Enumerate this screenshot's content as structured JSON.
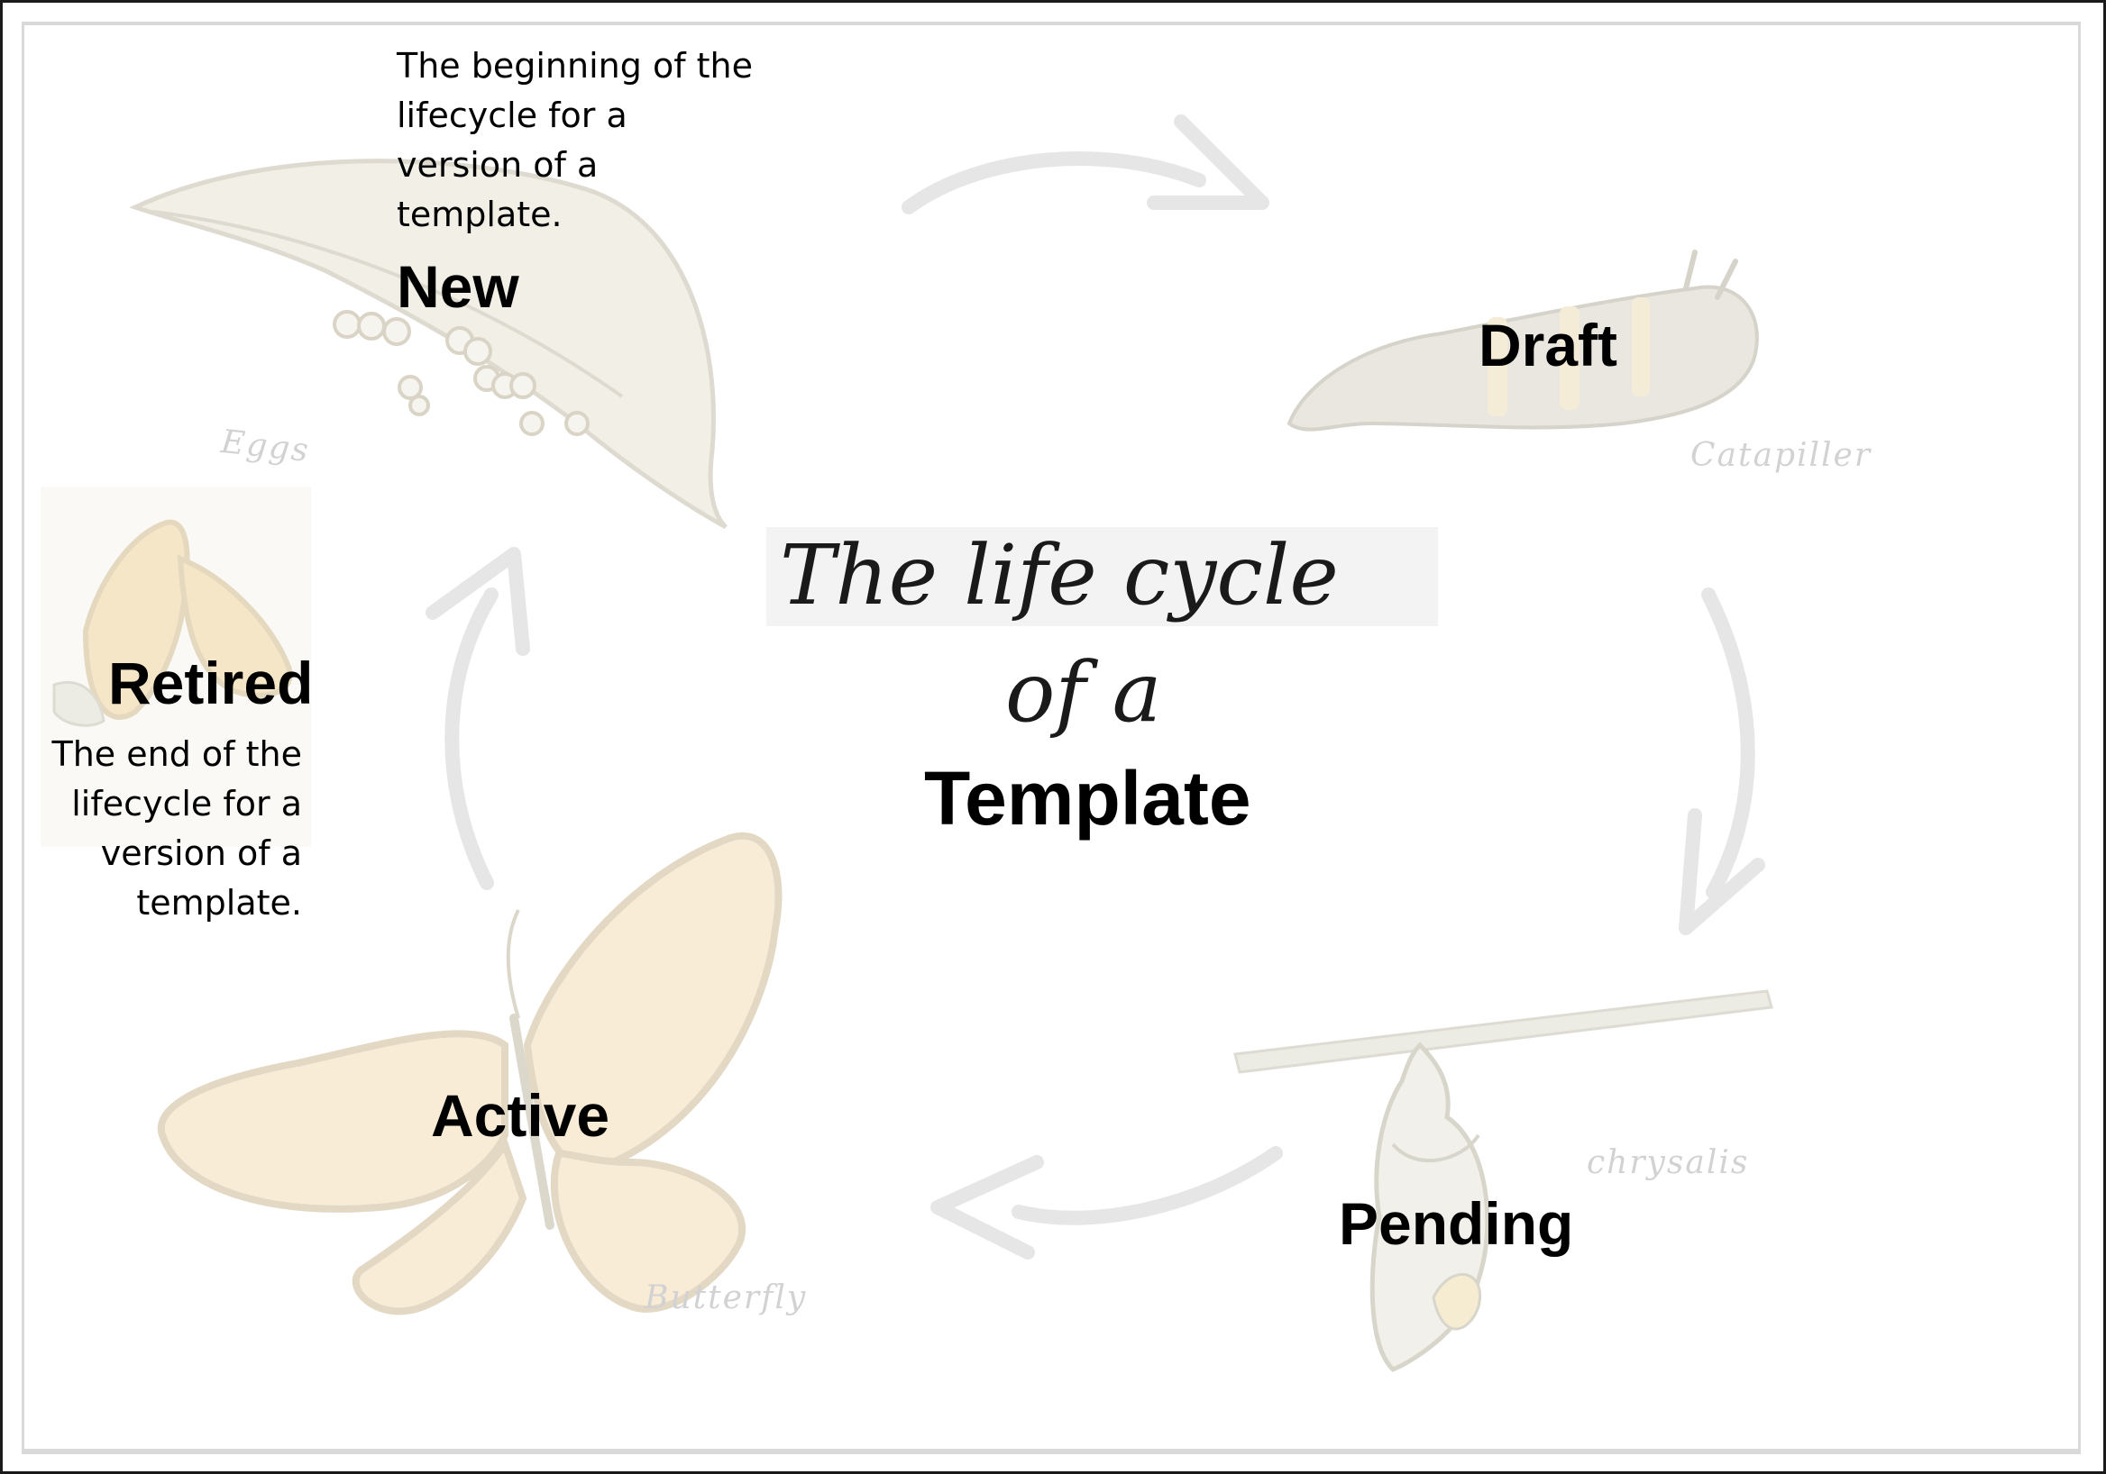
{
  "title": {
    "line1": "The life cycle",
    "line2": "of a",
    "main": "Template"
  },
  "stages": {
    "new": {
      "label": "New",
      "description": "The beginning of the lifecycle for a version of a template.",
      "description_lines": [
        "The beginning of the",
        "lifecycle for a",
        "version of a",
        "template."
      ],
      "caption": "Eggs"
    },
    "draft": {
      "label": "Draft",
      "caption": "Catapiller"
    },
    "pending": {
      "label": "Pending",
      "caption": "chrysalis"
    },
    "active": {
      "label": "Active",
      "caption": "Butterfly"
    },
    "retired": {
      "label": "Retired",
      "description": "The end of the lifecycle for a version of a template.",
      "description_lines": [
        "The end of the",
        "lifecycle for a",
        "version of a",
        "template."
      ]
    }
  },
  "colors": {
    "arrow": "#e6e6e6",
    "illustration_fill": "#f1efe6",
    "illustration_line": "#dedad0",
    "butterfly_orange": "#f8ecd6",
    "text": "#000000",
    "border": "#1a1a1a"
  }
}
